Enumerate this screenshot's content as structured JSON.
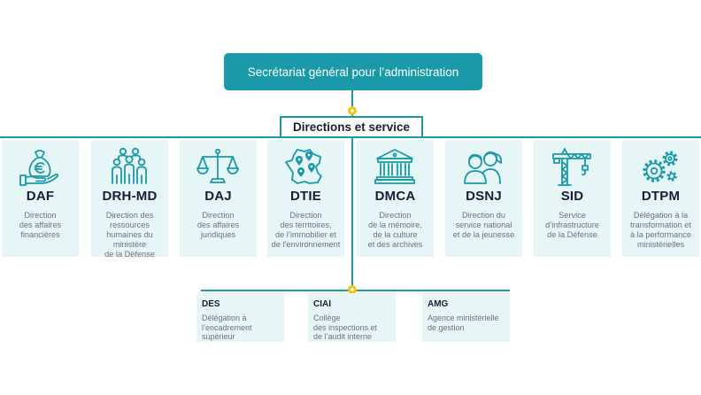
{
  "header": {
    "title": "Secrétariat général pour l’administration"
  },
  "section": {
    "title": "Directions et service"
  },
  "directions": [
    {
      "acronym": "DAF",
      "description": "Direction\ndes affaires\nfinancières",
      "icon": "money-bag-euro-icon"
    },
    {
      "acronym": "DRH-MD",
      "description": "Direction des\nressources\nhumaines du\nministère\nde la Défense",
      "icon": "people-group-icon"
    },
    {
      "acronym": "DAJ",
      "description": "Direction\ndes affaires\njuridiques",
      "icon": "scales-of-justice-icon"
    },
    {
      "acronym": "DTIE",
      "description": "Direction\ndes territoires,\nde l’immobilier et\nde l’environnement",
      "icon": "france-map-pins-icon"
    },
    {
      "acronym": "DMCA",
      "description": "Direction\nde la mémoire,\nde la culture\net des archives",
      "icon": "museum-building-icon"
    },
    {
      "acronym": "DSNJ",
      "description": "Direction du\nservice national\net de la jeunesse",
      "icon": "young-people-icon"
    },
    {
      "acronym": "SID",
      "description": "Service\nd’infrastructure\nde la Défense",
      "icon": "construction-crane-icon"
    },
    {
      "acronym": "DTPM",
      "description": "Délégation à la\ntransformation et\nà la performance\nministérielles",
      "icon": "gears-icon"
    }
  ],
  "services": [
    {
      "acronym": "DES",
      "description": "Délégation à\nl’encadrement\nsupérieur"
    },
    {
      "acronym": "CIAI",
      "description": "Collège\ndes inspections et\nde l’audit interne"
    },
    {
      "acronym": "AMG",
      "description": "Agence ministérielle\nde gestion"
    }
  ],
  "colors": {
    "accent": "#1a9aa8",
    "card_background": "#e6f5f6",
    "connector_dot": "#f5c30f",
    "text_dark": "#1c1c3a",
    "text_muted": "#707082"
  }
}
